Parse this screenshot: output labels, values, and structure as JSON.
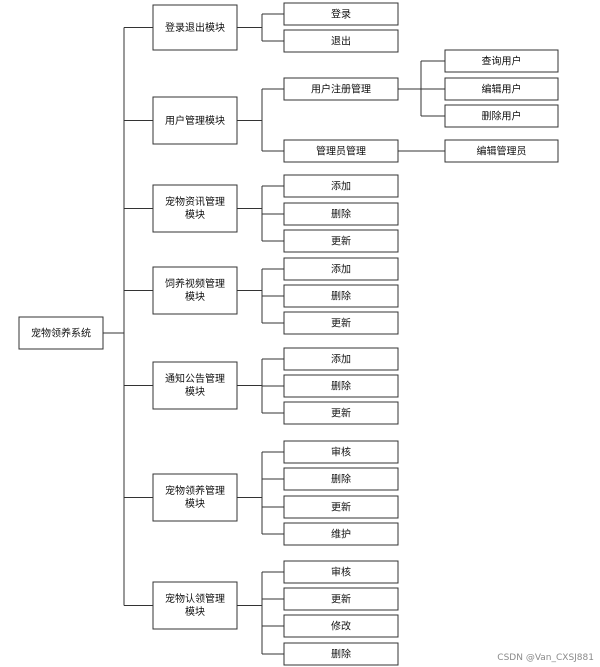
{
  "root": "宠物领养系统",
  "modules": [
    {
      "id": "m1",
      "label": [
        "登录退出模块"
      ],
      "items": [
        {
          "label": "登录"
        },
        {
          "label": "退出"
        }
      ]
    },
    {
      "id": "m2",
      "label": [
        "用户管理模块"
      ],
      "items": [
        {
          "label": "用户注册管理",
          "children": [
            "查询用户",
            "编辑用户",
            "删除用户"
          ]
        },
        {
          "label": "管理员管理",
          "children": [
            "编辑管理员"
          ]
        }
      ]
    },
    {
      "id": "m3",
      "label": [
        "宠物资讯管理",
        "模块"
      ],
      "items": [
        {
          "label": "添加"
        },
        {
          "label": "删除"
        },
        {
          "label": "更新"
        }
      ]
    },
    {
      "id": "m4",
      "label": [
        "饲养视频管理",
        "模块"
      ],
      "items": [
        {
          "label": "添加"
        },
        {
          "label": "删除"
        },
        {
          "label": "更新"
        }
      ]
    },
    {
      "id": "m5",
      "label": [
        "通知公告管理",
        "模块"
      ],
      "items": [
        {
          "label": "添加"
        },
        {
          "label": "删除"
        },
        {
          "label": "更新"
        }
      ]
    },
    {
      "id": "m6",
      "label": [
        "宠物领养管理",
        "模块"
      ],
      "items": [
        {
          "label": "审核"
        },
        {
          "label": "删除"
        },
        {
          "label": "更新"
        },
        {
          "label": "维护"
        }
      ]
    },
    {
      "id": "m7",
      "label": [
        "宠物认领管理",
        "模块"
      ],
      "items": [
        {
          "label": "审核"
        },
        {
          "label": "更新"
        },
        {
          "label": "修改"
        },
        {
          "label": "删除"
        }
      ]
    }
  ],
  "watermark": "CSDN @Van_CXSJ881"
}
